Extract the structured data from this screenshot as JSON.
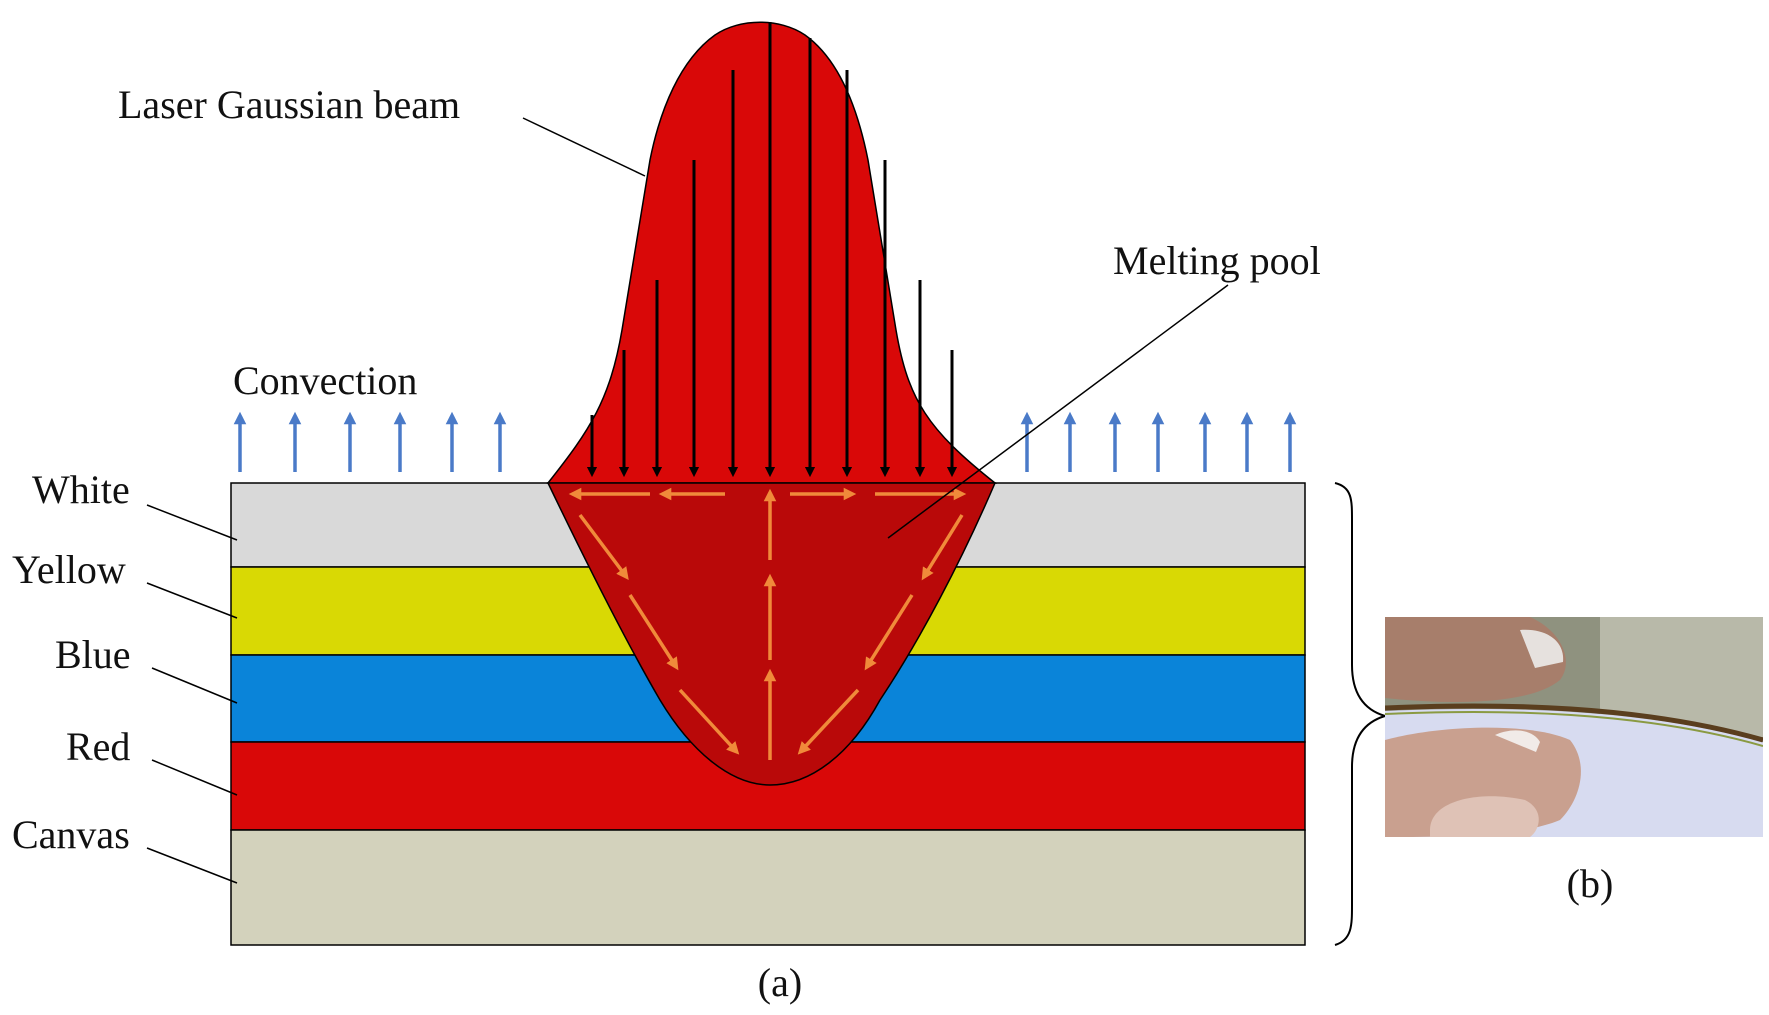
{
  "labels": {
    "beam": "Laser Gaussian beam",
    "pool": "Melting pool",
    "convection": "Convection",
    "caption_a": "(a)",
    "caption_b": "(b)"
  },
  "layers": [
    {
      "name": "White",
      "color": "#d9d9d9"
    },
    {
      "name": "Yellow",
      "color": "#d9d904"
    },
    {
      "name": "Blue",
      "color": "#0a84d9"
    },
    {
      "name": "Red",
      "color": "#d90808"
    },
    {
      "name": "Canvas",
      "color": "#d3d2bc"
    }
  ],
  "colors": {
    "beam": "#d90808",
    "pool": "#b90909",
    "beam_arrows": "#000000",
    "flow_arrows": "#f08a3a",
    "convection_arrows": "#4a7ac8"
  },
  "photo": {
    "description": "photo-of-flexible-painted-canvas-bent-between-fingers"
  }
}
